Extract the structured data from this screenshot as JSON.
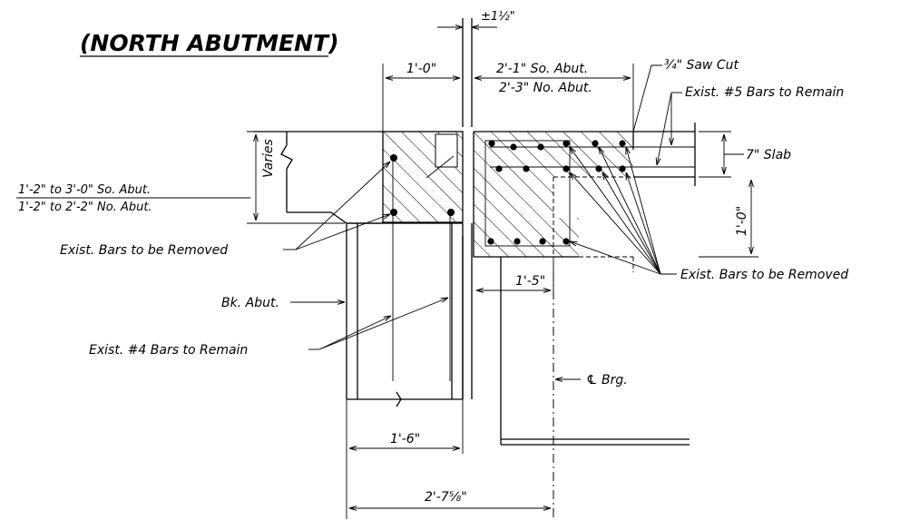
{
  "title": "(NORTH ABUTMENT)",
  "dimensions": {
    "joint": "±1½\"",
    "backwall_width": "1'-0\"",
    "so_abut_offset": "2'-1\" So. Abut.",
    "no_abut_offset": "2'-3\" No. Abut.",
    "varies": "Varies",
    "varies_so": "1'-2\" to 3'-0\" So. Abut.",
    "varies_no": "1'-2\" to 2'-2\" No. Abut.",
    "slab": "7\" Slab",
    "depth": "1'-0\"",
    "end_width": "1'-5\"",
    "abut_width": "1'-6\"",
    "total_width": "2'-7⅝\""
  },
  "labels": {
    "saw_cut": "¾\" Saw Cut",
    "exist_5_bars": "Exist. #5 Bars to Remain",
    "exist_bars_removed_left": "Exist. Bars to be Removed",
    "exist_bars_removed_right": "Exist. Bars to be Removed",
    "bk_abut": "Bk. Abut.",
    "exist_4_bars": "Exist. #4 Bars to Remain",
    "cl_brg": "℄ Brg."
  }
}
